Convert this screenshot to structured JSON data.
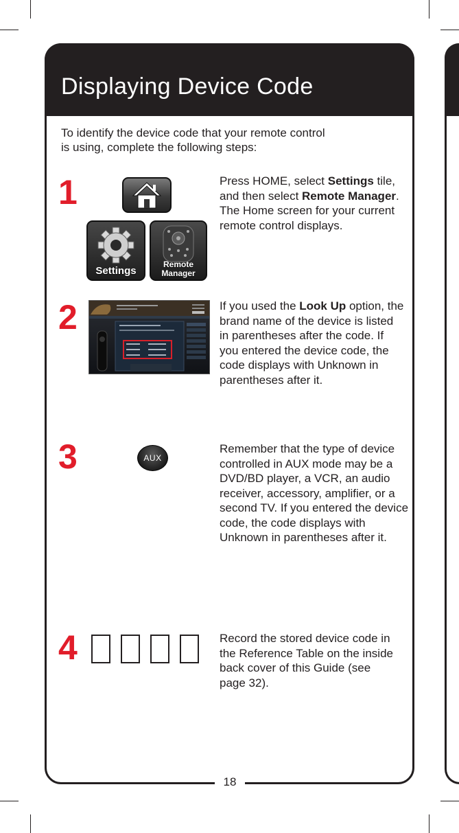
{
  "page": {
    "title": "Displaying Device Code",
    "intro_lines": [
      "To identify the device code that your remote control",
      "is using, complete the following steps:"
    ],
    "page_number": "18"
  },
  "colors": {
    "ink": "#231f20",
    "step_number": "#e11d2a",
    "highlight_box": "#d8202a"
  },
  "steps": [
    {
      "number": "1",
      "parts": [
        "Press HOME, select ",
        "Settings",
        " tile, and then select ",
        "Remote Manager",
        ". The Home screen for your current remote control displays."
      ],
      "tiles": {
        "home_icon": "home-icon",
        "settings_label": "Settings",
        "remote_label_line1": "Remote",
        "remote_label_line2": "Manager"
      }
    },
    {
      "number": "2",
      "parts": [
        "If you used the ",
        "Look Up",
        " option, the brand name of the device is listed in parentheses after the code. If you entered the device code, the code displays with Unknown in parentheses after it."
      ]
    },
    {
      "number": "3",
      "button_label": "AUX",
      "text": "Remember that the type of device controlled in AUX mode may be a DVD/BD player, a VCR, an audio receiver, accessory, amplifier, or a second TV. If you entered the device code, the code displays with Unknown in parentheses after it."
    },
    {
      "number": "4",
      "code_boxes": 4,
      "text": "Record the stored device code in the Reference Table on the inside back cover of this Guide (see page 32)."
    }
  ]
}
